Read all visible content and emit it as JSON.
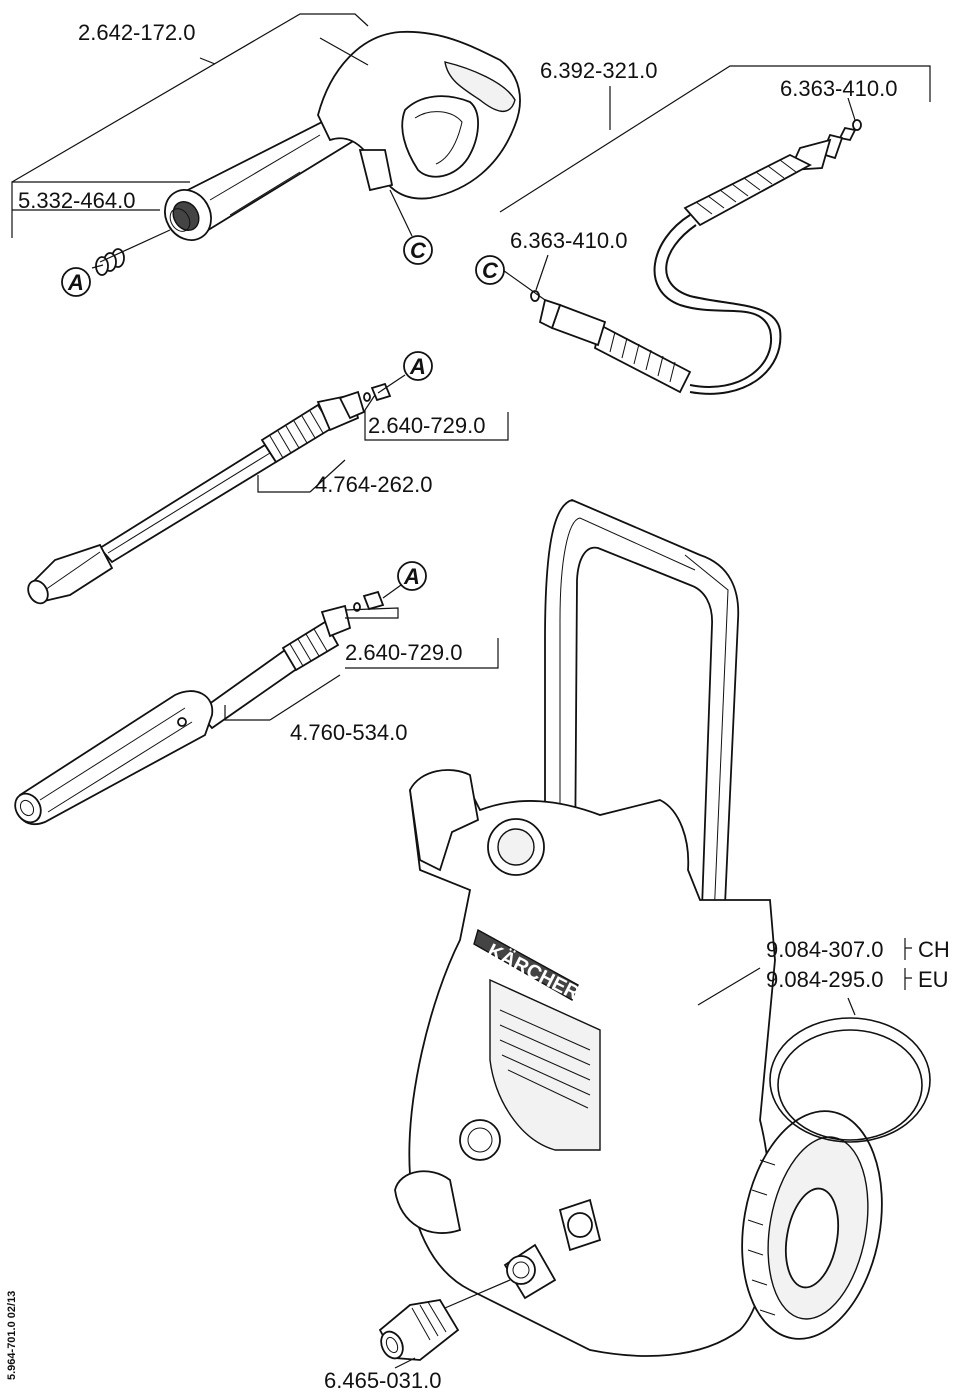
{
  "parts": {
    "gun": "2.642-172.0",
    "gun_seal": "5.332-464.0",
    "hose": "6.392-321.0",
    "oring_top": "6.363-410.0",
    "oring_mid": "6.363-410.0",
    "adapter_upper": "2.640-729.0",
    "lance_upper": "4.764-262.0",
    "adapter_lower": "2.640-729.0",
    "lance_lower": "4.760-534.0",
    "power_cord_ch": "9.084-307.0",
    "power_cord_eu": "9.084-295.0",
    "coupling": "6.465-031.0"
  },
  "region_codes": {
    "ch": "CH",
    "eu": "EU"
  },
  "callouts": {
    "a": "A",
    "c": "C"
  },
  "brand": "KÄRCHER",
  "document_code": "5.964-701.0  02/13"
}
